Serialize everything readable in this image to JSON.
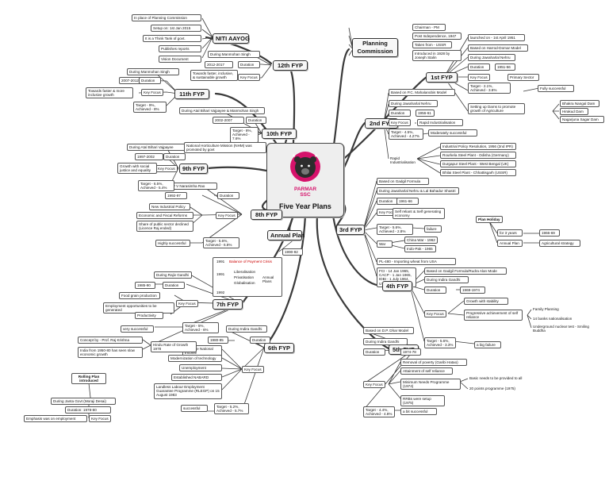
{
  "mindmap": {
    "center_title": "Five Year Plans",
    "logo_text": "PARMAR SSC"
  },
  "planning_commission": {
    "title": "Planning Commission",
    "items": [
      "Chairman - PM",
      "Post Independence, 1947",
      "Taken from - USSR",
      "Introduced in 1928 by Joseph Stalin"
    ]
  },
  "niti": {
    "title": "NITI AAYOG",
    "items": [
      "In place of Planning Commission",
      "Setup on: 1st Jan 2015",
      "It is a Think Tank of govt.",
      "Publishes reports",
      "Vision Document"
    ]
  },
  "fyp1": {
    "title": "1st FYP",
    "items": [
      "launched on - 1st April 1951",
      "Based on Harrod-Domar Model",
      "During Jawaharlal Nehru",
      "1951-56",
      "Key Focus",
      "Primary Sector",
      "Target - 2.1%, Achieved - 3.6%",
      "Fully successful",
      "Setting up Dams to promote growth of Agriculture",
      "Bhakra Nangal Dam",
      "Hirakud Dam",
      "Nagarjuna Sagar Dam"
    ],
    "duration_label": "Duration"
  },
  "fyp2": {
    "title": "2nd FYP",
    "items": [
      "Based on P.C. Mahalanobis Model",
      "During Jawaharlal Nehru",
      "1956-61",
      "Rapid Industrialisation",
      "Target - 4.5%, Achieved - 4.27%",
      "Moderately successful",
      "Rapid Industrialisation",
      "Industrial Policy Resolution, 1956 (2nd IPR)",
      "Rourkela Steel Plant - Odisha (Germany)",
      "Durgapur Steel Plant - West Bengal (UK)",
      "Bhilai Steel Plant - Chhattisgarh (USSR)"
    ],
    "duration_label": "Duration",
    "key_focus_label": "Key Focus"
  },
  "fyp3": {
    "title": "3rd FYP",
    "items": [
      "Based on Gadgil Formula",
      "During Jawaharlal Nehru & Lal Bahadur Shastri",
      "1961-66",
      "Self reliant & Self generating economy",
      "Target - 5.6%, Achieved - 2.8%",
      "failure",
      "War",
      "China War - 1962",
      "Indo-Pak - 1965",
      "PL-480 - Importing wheat from USA",
      "FCI - 14 Jan 1965, CACP - 1 Jan 1965, IDBI - 1 July 1964, UTI - 1963"
    ],
    "duration_label": "Duration",
    "key_focus_label": "Key Focus"
  },
  "fyp4": {
    "title": "4th FYP",
    "items": [
      "Based on Gadgil Formula/Rudra Alan Mode",
      "During Indira Gandhi",
      "1969-1974",
      "Growth with stability",
      "Progressive achievement of self reliance",
      "Family Planning",
      "14 banks nationalisation",
      "Underground nuclear test - Smiling Buddha",
      "Target - 5.6%, Achieved - 3.3%",
      "a big failure"
    ],
    "duration_label": "Duration",
    "key_focus_label": "Key Focus"
  },
  "fyp5": {
    "title": "5th FYP",
    "items": [
      "Based on D.P. Dhar Model",
      "During Indira Gandhi",
      "1974-78",
      "Removal of poverty (Garibi Hatao)",
      "Attainment of self reliance",
      "Minimum Needs Programme (1974)",
      "Basic needs to be provided to all",
      "20 points programme (1975)",
      "RRBs were setup (1975)",
      "Target - 4.4%, Achieved - 4.8%",
      "a bit successful"
    ],
    "duration_label": "Duration",
    "key_focus_label": "Key Focus"
  },
  "fyp6": {
    "title": "6th FYP",
    "items": [
      "During Indira Gandhi",
      "1980-85",
      "Increase National Income",
      "Modernization of technology",
      "Unemployment",
      "Established NABARD",
      "Landless Labour Employment Guarantee Programme (RLEGP) on 15 August 1983",
      "successful",
      "Target - 5.2%, Achieved - 5.7%"
    ],
    "duration_label": "Duration",
    "key_focus_label": "Key Focus"
  },
  "fyp7": {
    "title": "7th FYP",
    "items": [
      "During Rajiv Gandhi",
      "1985-90",
      "Food grain production",
      "Employment opportunities to be generated",
      "Productivity",
      "Target - 5%, Achieved - 6%",
      "very successful",
      "Concept by - Prof. Raj Krishna",
      "Hindu Rate of Growth 1978",
      "India from 1950-80 has seen slow economic growth"
    ],
    "duration_label": "Duration",
    "key_focus_label": "Key Focus"
  },
  "annual": {
    "title": "Annual Plan",
    "years": "1990-92",
    "timeline": {
      "y1991": "1991",
      "y1992": "1992",
      "balance": "Balance of Payment Crisis",
      "liberalisation": "Liberalisation",
      "privatisation": "Privatisation",
      "globalisation": "Globalisation",
      "annual_plans": "Annual Plans"
    }
  },
  "fyp8": {
    "title": "8th FYP",
    "items": [
      "During P V Narasimha Rao",
      "1992-97",
      "New Industrial Policy",
      "Economic and Fiscal Reforms",
      "Share of public sector declined (Licence Raj ended)",
      "Highly successful",
      "Target - 5.6%, Achieved - 6.8%"
    ],
    "duration_label": "Duration",
    "key_focus_label": "Key Focus"
  },
  "fyp9": {
    "title": "9th FYP",
    "items": [
      "During Atal Bihari Vajpayee",
      "1997-2002",
      "Growth with social justice and equality",
      "Target - 6.5%, Achieved - 5.4%"
    ],
    "duration_label": "Duration",
    "key_focus_label": "Key Focus"
  },
  "fyp10": {
    "title": "10th FYP",
    "items": [
      "During Atal Bihari Vajpayee & Manmohan Singh",
      "2002-2007",
      "Target - 8%, Achieved - 7.6%",
      "National Horticulture Mission (NHM) was promoted by govt"
    ],
    "duration_label": "Duration"
  },
  "fyp11": {
    "title": "11th FYP",
    "items": [
      "During Manmohan Singh",
      "2007-2012",
      "Towards faster & more inclusive growth",
      "Target - 9%, Achieved - 8%"
    ],
    "duration_label": "Duration",
    "key_focus_label": "Key Focus"
  },
  "fyp12": {
    "title": "12th FYP",
    "items": [
      "During Manmohan Singh",
      "2012-2017",
      "Towards faster, inclusive, & sustainable growth"
    ],
    "duration_label": "Duration",
    "key_focus_label": "Key Focus"
  },
  "holiday": {
    "title": "Plan Holiday",
    "items": [
      "for 3 years",
      "1966-69",
      "Annual Plan",
      "Agricultural strategy"
    ]
  },
  "rolling": {
    "title": "Rolling Plan introduced",
    "items": [
      "During Janta Govt (Moraji Desai)",
      "Duration: 1978-80",
      "Emphasis was on employment"
    ],
    "key_focus_label": "Key Focus"
  }
}
